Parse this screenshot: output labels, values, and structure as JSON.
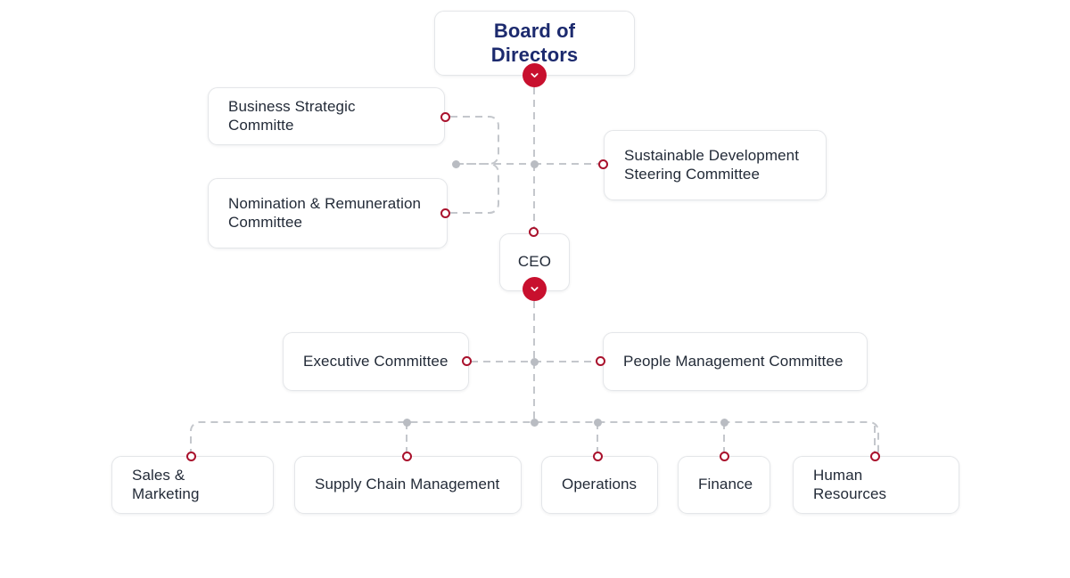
{
  "chart": {
    "type": "org-chart",
    "title": "Corporate Governance Structure",
    "colors": {
      "accent_red": "#c8102e",
      "ring_red": "#a9112c",
      "root_text_navy": "#1c2a6e",
      "node_text": "#232b38",
      "connector_gray": "#c4c7cc",
      "junction_dot_gray": "#b9bcc2",
      "node_border": "#e4e6e9",
      "background": "#ffffff"
    },
    "nodes": [
      {
        "id": "board",
        "label": "Board of Directors",
        "level": 0,
        "style": "root"
      },
      {
        "id": "bsc",
        "label": "Business Strategic Committe",
        "level": 1,
        "side": "left"
      },
      {
        "id": "nrc",
        "label": "Nomination & Remuneration Committee",
        "level": 1,
        "side": "left"
      },
      {
        "id": "sdsc",
        "label": "Sustainable Development Steering Committee",
        "level": 1,
        "side": "right"
      },
      {
        "id": "ceo",
        "label": "CEO",
        "level": 2,
        "style": "center"
      },
      {
        "id": "exco",
        "label": "Executive Committee",
        "level": 3,
        "side": "left"
      },
      {
        "id": "pmc",
        "label": "People Management Committee",
        "level": 3,
        "side": "right"
      },
      {
        "id": "sales",
        "label": "Sales & Marketing",
        "level": 4
      },
      {
        "id": "supply",
        "label": "Supply Chain Management",
        "level": 4
      },
      {
        "id": "operations",
        "label": "Operations",
        "level": 4
      },
      {
        "id": "finance",
        "label": "Finance",
        "level": 4
      },
      {
        "id": "hr",
        "label": "Human Resources",
        "level": 4
      }
    ],
    "edges": [
      {
        "from": "board",
        "to": "bsc"
      },
      {
        "from": "board",
        "to": "nrc"
      },
      {
        "from": "board",
        "to": "sdsc"
      },
      {
        "from": "board",
        "to": "ceo"
      },
      {
        "from": "ceo",
        "to": "exco"
      },
      {
        "from": "ceo",
        "to": "pmc"
      },
      {
        "from": "ceo",
        "to": "sales"
      },
      {
        "from": "ceo",
        "to": "supply"
      },
      {
        "from": "ceo",
        "to": "operations"
      },
      {
        "from": "ceo",
        "to": "finance"
      },
      {
        "from": "ceo",
        "to": "hr"
      }
    ],
    "toggles": [
      {
        "id": "board-toggle",
        "icon": "chevron-down-icon",
        "state": "expanded"
      },
      {
        "id": "ceo-toggle",
        "icon": "chevron-down-icon",
        "state": "expanded"
      }
    ]
  },
  "labels": {
    "board": "Board of Directors",
    "bsc": "Business Strategic Committe",
    "nrc": "Nomination & Remuneration Committee",
    "sdsc": "Sustainable Development Steering Committee",
    "ceo": "CEO",
    "exco": "Executive Committee",
    "pmc": "People Management Committee",
    "sales": "Sales & Marketing",
    "supply": "Supply Chain Management",
    "operations": "Operations",
    "finance": "Finance",
    "hr": "Human Resources"
  }
}
